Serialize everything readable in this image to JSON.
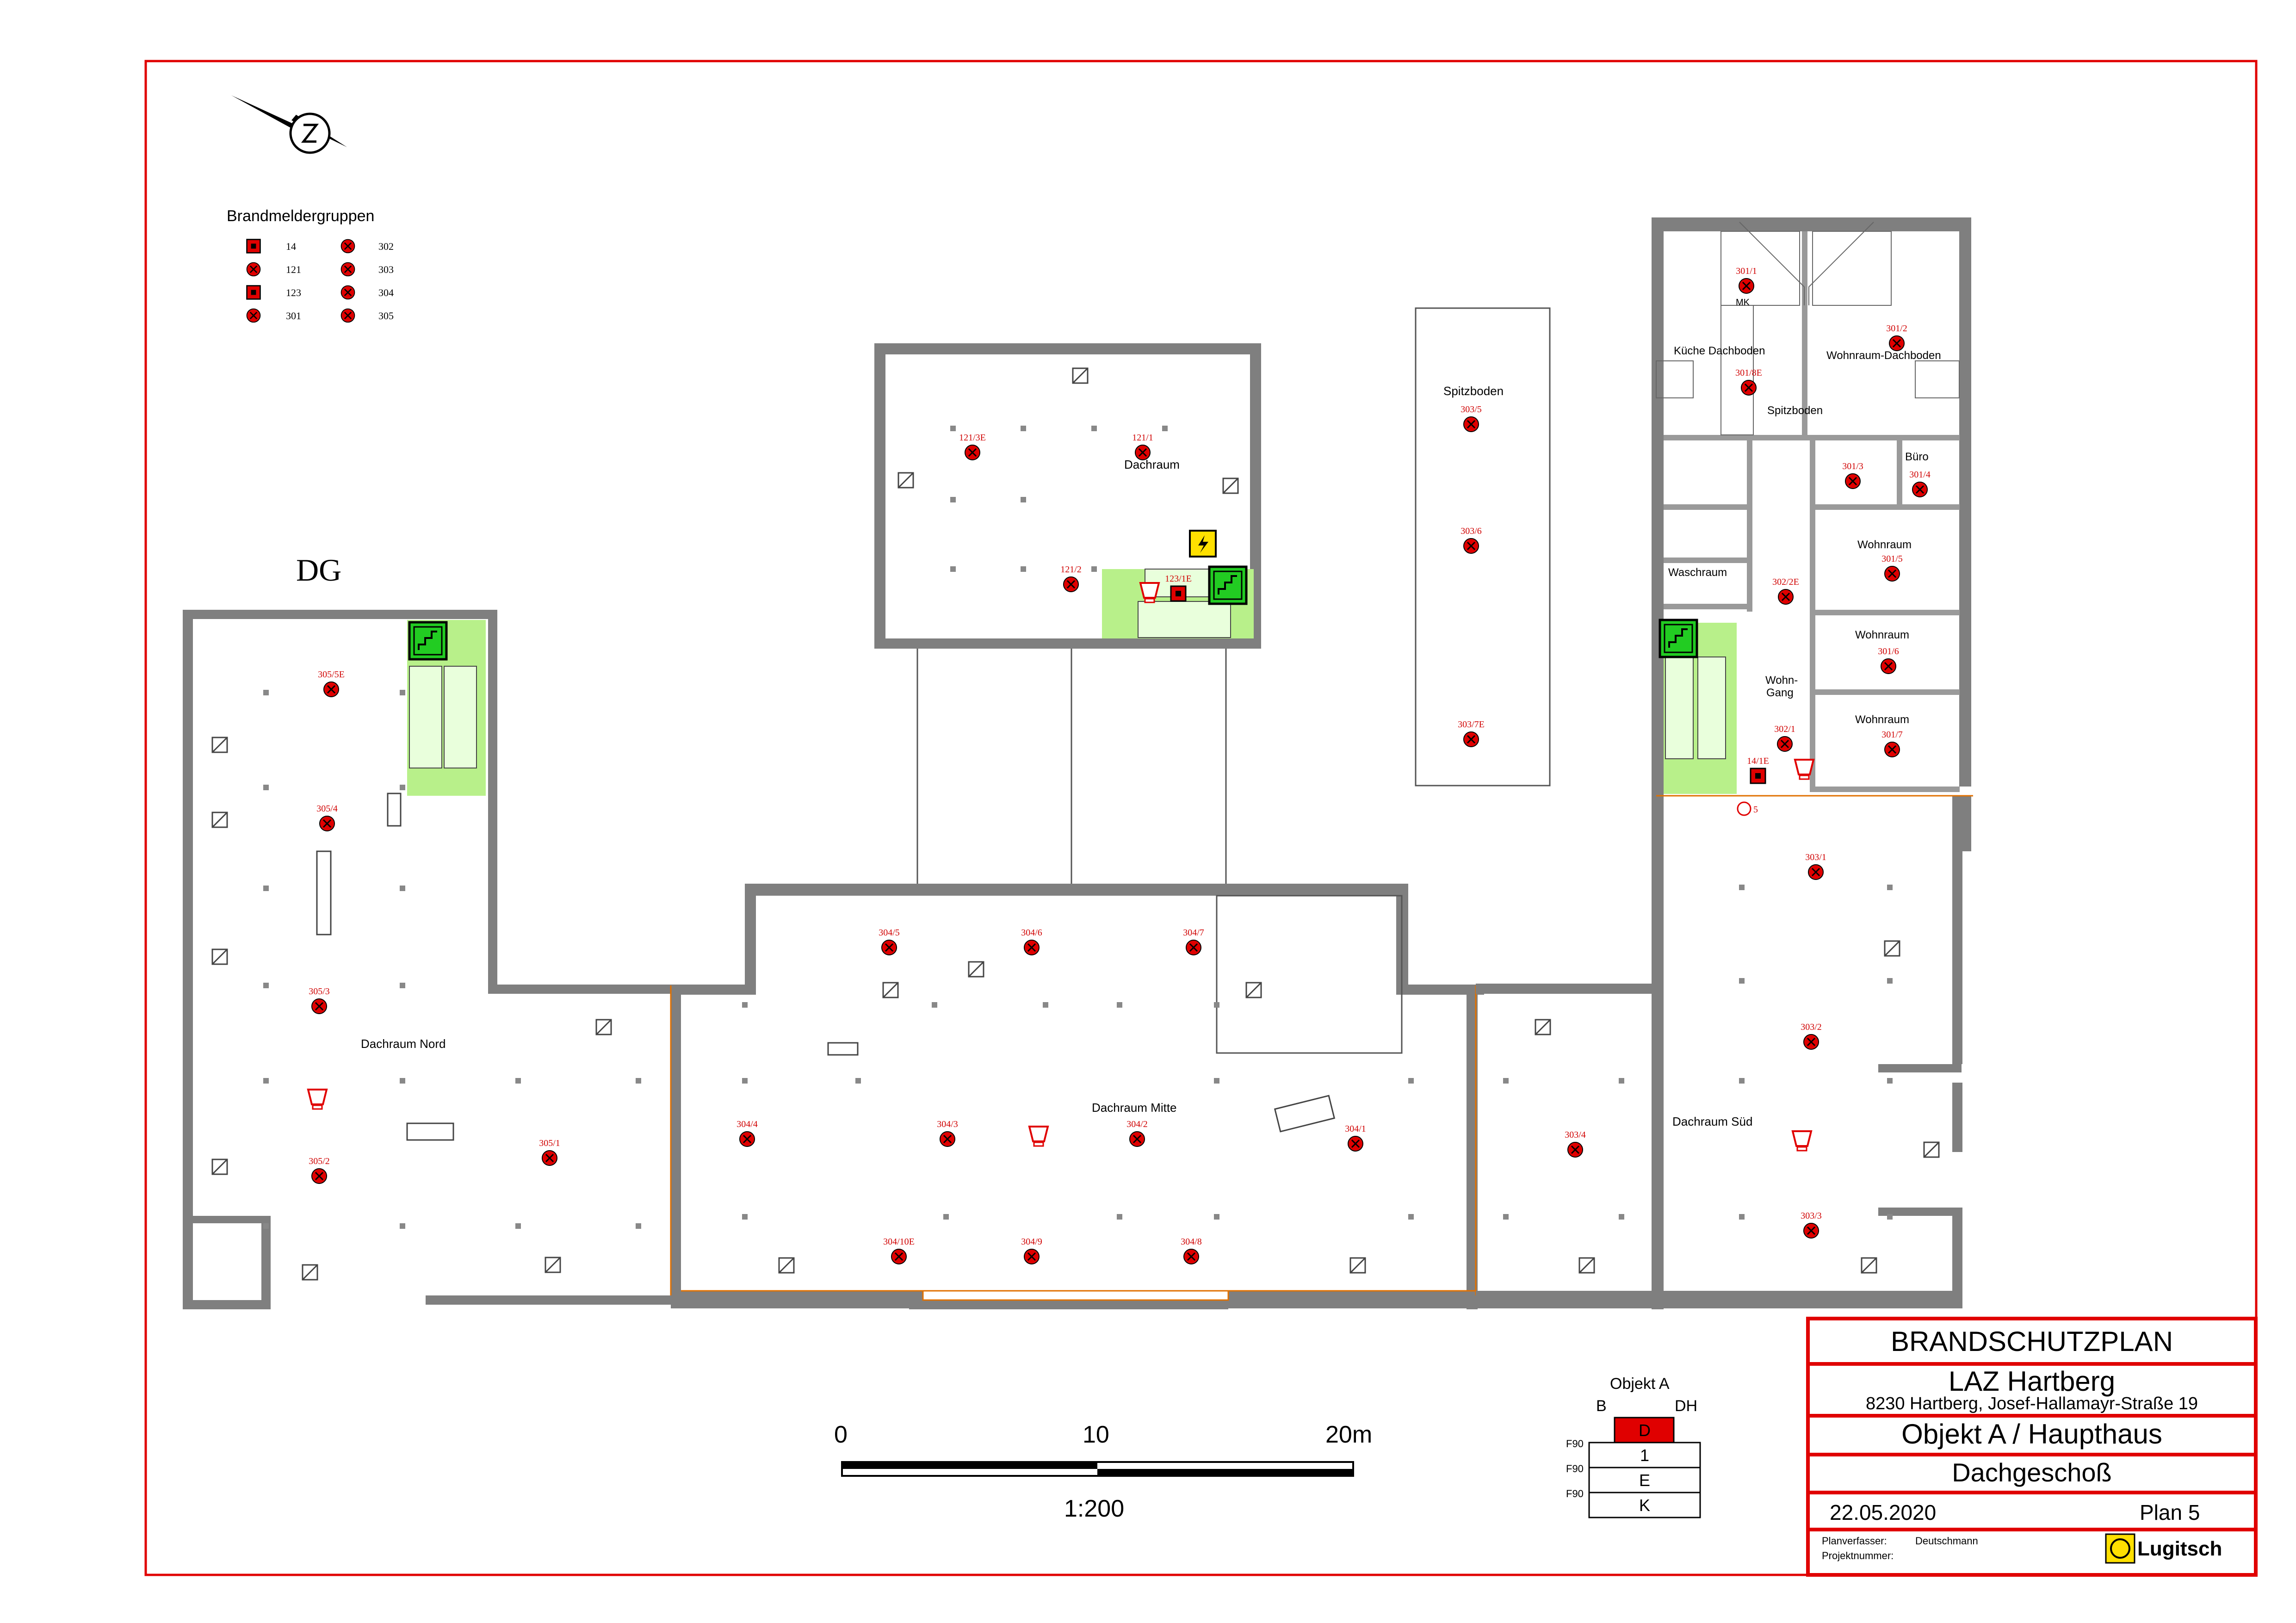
{
  "plan": {
    "floor_label": "DG",
    "legend_title": "Brandmeldergruppen",
    "legend": [
      {
        "code": "14",
        "symbol": "square"
      },
      {
        "code": "121",
        "symbol": "cross"
      },
      {
        "code": "123",
        "symbol": "square"
      },
      {
        "code": "301",
        "symbol": "cross"
      },
      {
        "code": "302",
        "symbol": "cross"
      },
      {
        "code": "303",
        "symbol": "cross"
      },
      {
        "code": "304",
        "symbol": "cross"
      },
      {
        "code": "305",
        "symbol": "cross"
      }
    ],
    "rooms": {
      "dachraum": "Dachraum",
      "dachraum_nord": "Dachraum Nord",
      "dachraum_mitte": "Dachraum Mitte",
      "dachraum_sued": "Dachraum Süd",
      "spitzboden_1": "Spitzboden",
      "spitzboden_2": "Spitzboden",
      "kueche": "Küche Dachboden",
      "wohnraum_dachboden": "Wohnraum-Dachboden",
      "buero": "Büro",
      "waschraum": "Waschraum",
      "wohnraum_1": "Wohnraum",
      "wohnraum_2": "Wohnraum",
      "wohnraum_3": "Wohnraum",
      "wohn_gang_1": "Wohn-",
      "wohn_gang_2": "Gang",
      "mk": "MK"
    },
    "detector_color": "#e00000",
    "escape_color": "#22cc22",
    "egress_area_color": "#b8f08a"
  },
  "detectors": [
    {
      "label": "121/3E"
    },
    {
      "label": "121/1"
    },
    {
      "label": "121/2"
    },
    {
      "label": "123/1E"
    },
    {
      "label": "305/5E"
    },
    {
      "label": "305/4"
    },
    {
      "label": "305/3"
    },
    {
      "label": "305/2"
    },
    {
      "label": "305/1"
    },
    {
      "label": "304/5"
    },
    {
      "label": "304/6"
    },
    {
      "label": "304/7"
    },
    {
      "label": "304/4"
    },
    {
      "label": "304/3"
    },
    {
      "label": "304/2"
    },
    {
      "label": "304/1"
    },
    {
      "label": "304/10E"
    },
    {
      "label": "304/9"
    },
    {
      "label": "304/8"
    },
    {
      "label": "303/5"
    },
    {
      "label": "303/6"
    },
    {
      "label": "303/7E"
    },
    {
      "label": "303/1"
    },
    {
      "label": "303/2"
    },
    {
      "label": "303/4"
    },
    {
      "label": "303/3"
    },
    {
      "label": "301/1"
    },
    {
      "label": "301/2"
    },
    {
      "label": "301/8E"
    },
    {
      "label": "301/3"
    },
    {
      "label": "301/4"
    },
    {
      "label": "301/5"
    },
    {
      "label": "301/6"
    },
    {
      "label": "301/7"
    },
    {
      "label": "302/2E"
    },
    {
      "label": "302/1"
    },
    {
      "label": "14/1E"
    }
  ],
  "post_label": "5",
  "scale": {
    "tick_0": "0",
    "tick_10": "10",
    "tick_20": "20m",
    "ratio": "1:200"
  },
  "section": {
    "title": "Objekt A",
    "left": "B",
    "right": "DH",
    "floors": [
      "D",
      "1",
      "E",
      "K"
    ],
    "fire_ratings": [
      "F90",
      "F90",
      "F90"
    ],
    "highlight_color": "#e00000"
  },
  "title_block": {
    "heading": "BRANDSCHUTZPLAN",
    "site": "LAZ Hartberg",
    "address": "8230 Hartberg, Josef-Hallamayr-Straße 19",
    "object": "Objekt A / Haupthaus",
    "floor": "Dachgeschoß",
    "date": "22.05.2020",
    "plan_no": "Plan  5",
    "planverfasser_label": "Planverfasser:",
    "planverfasser": "Deutschmann",
    "projektnummer_label": "Projektnummer:",
    "brand": "Lugitsch",
    "frame_color": "#e00000"
  }
}
